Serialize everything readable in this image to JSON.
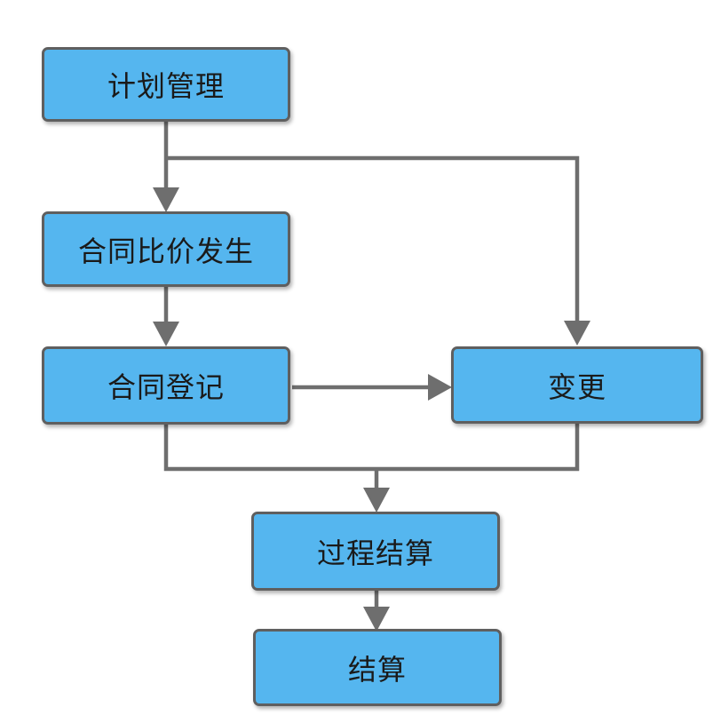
{
  "diagram": {
    "type": "flowchart",
    "nodes": {
      "plan": {
        "label": "计划管理"
      },
      "compare": {
        "label": "合同比价发生"
      },
      "register": {
        "label": "合同登记"
      },
      "change": {
        "label": "变更"
      },
      "process_settle": {
        "label": "过程结算"
      },
      "settle": {
        "label": "结算"
      }
    },
    "edges": [
      {
        "from": "计划管理",
        "to": "合同比价发生"
      },
      {
        "from": "计划管理",
        "to": "变更"
      },
      {
        "from": "合同比价发生",
        "to": "合同登记"
      },
      {
        "from": "合同登记",
        "to": "变更"
      },
      {
        "from": "合同登记",
        "to": "过程结算"
      },
      {
        "from": "变更",
        "to": "过程结算"
      },
      {
        "from": "过程结算",
        "to": "结算"
      }
    ],
    "colors": {
      "node_fill": "#55B6EF",
      "node_border": "#5F5F5F",
      "connector": "#6E6E6E",
      "text": "#1A1A1A",
      "background": "#FFFFFF"
    }
  }
}
